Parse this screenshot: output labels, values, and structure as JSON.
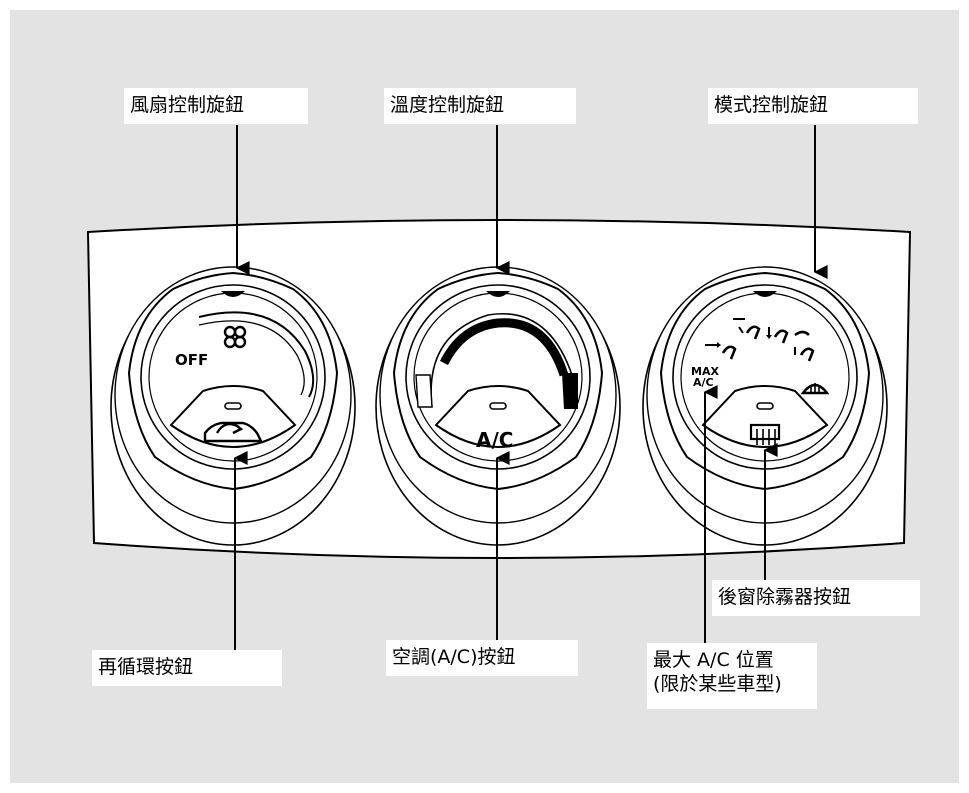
{
  "colors": {
    "panel_background": "#e3e3e3",
    "face": "#ffffff",
    "ink": "#000000"
  },
  "labels": {
    "fan_knob": "風扇控制旋鈕",
    "temp_knob": "溫度控制旋鈕",
    "mode_knob": "模式控制旋鈕",
    "recirc_button": "再循環按鈕",
    "ac_button": "空調(A/C)按鈕",
    "rear_defrost_button": "後窗除霧器按鈕",
    "max_ac_line1": "最大 A/C 位置",
    "max_ac_line2": "(限於某些車型)"
  },
  "knob_text": {
    "fan_off": "OFF",
    "ac": "A/C",
    "max": "MAX",
    "max_ac": "A/C"
  },
  "icons": {
    "fan": "fan-icon",
    "recirculation": "recirculation-car-icon",
    "rear_defrost": "rear-defrost-icon",
    "windshield_defrost": "windshield-defrost-icon",
    "vent_face": "vent-face-icon",
    "vent_bilevel": "bilevel-icon",
    "vent_floor": "floor-icon",
    "vent_floor_defrost": "floor-defrost-icon"
  }
}
